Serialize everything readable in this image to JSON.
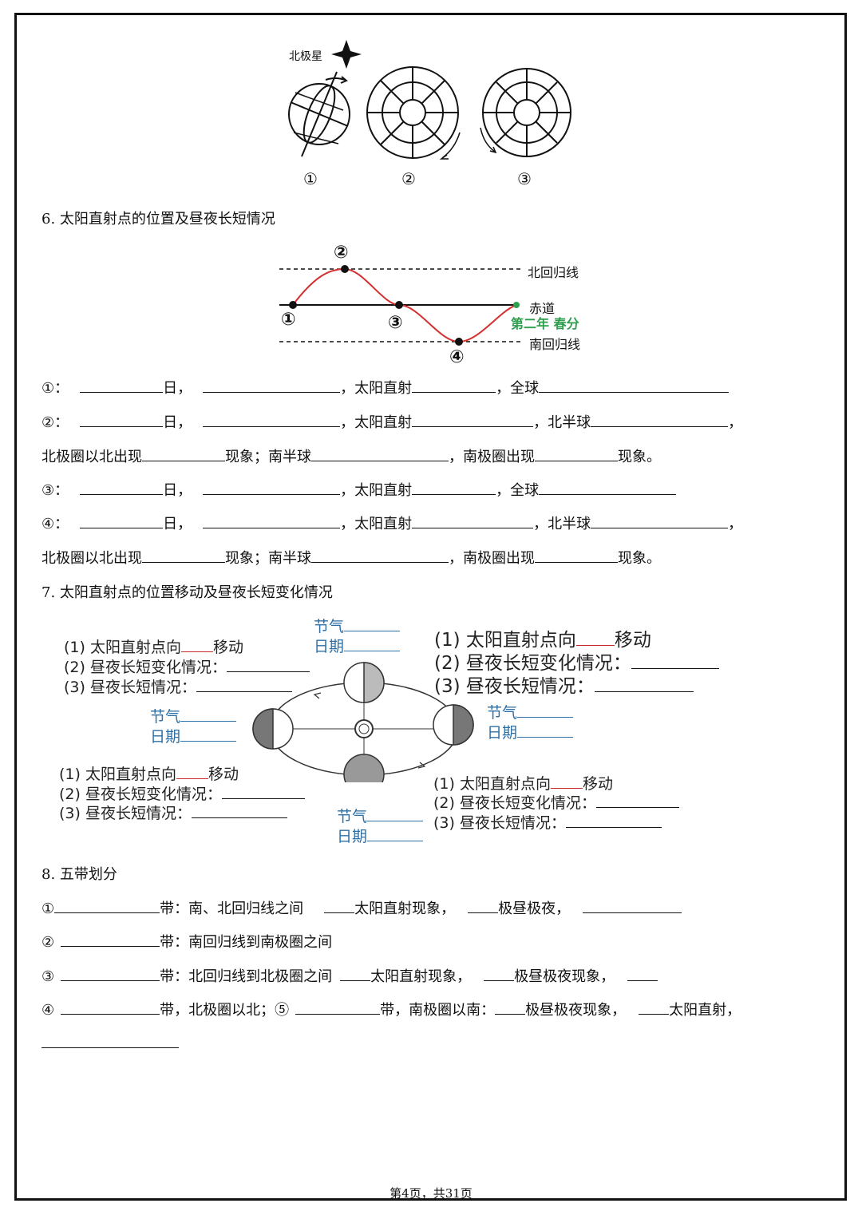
{
  "fig5": {
    "polaris_label": "北极星",
    "labels": [
      "①",
      "②",
      "③"
    ]
  },
  "q6": {
    "heading": "6. 太阳直射点的位置及昼夜长短情况",
    "curve_labels": {
      "tropic_n": "北回归线",
      "equator": "赤道",
      "tropic_s": "南回归线",
      "next_spring": "第二年 春分",
      "points": [
        "①",
        "②",
        "③",
        "④"
      ]
    },
    "lines": [
      {
        "num": "①：",
        "t1": "日，",
        "t2": "，太阳直射",
        "t3": "，全球"
      },
      {
        "num": "②：",
        "t1": "日，",
        "t2": "，太阳直射",
        "t3": "，北半球",
        "t4": "，"
      },
      {
        "a": "北极圈以北出现",
        "b": "现象；南半球",
        "c": "，南极圈出现",
        "d": "现象。"
      },
      {
        "num": "③：",
        "t1": "日，",
        "t2": "，太阳直射",
        "t3": "，全球"
      },
      {
        "num": "④：",
        "t1": "日，",
        "t2": "，太阳直射",
        "t3": "，北半球",
        "t4": "，"
      },
      {
        "a": "北极圈以北出现",
        "b": "现象；南半球",
        "c": "，南极圈出现",
        "d": "现象。"
      }
    ]
  },
  "q7": {
    "heading": "7. 太阳直射点的位置移动及昼夜长短变化情况",
    "item1": "(1) 太阳直射点向",
    "move": "移动",
    "item2": "(2) 昼夜长短变化情况：",
    "item3": "(3) 昼夜长短情况：",
    "solar_term": "节气",
    "date": "日期"
  },
  "q8": {
    "heading": "8. 五带划分",
    "l1": {
      "num": "①",
      "a": "带：南、北回归线之间",
      "b": "太阳直射现象，",
      "c": "极昼极夜，"
    },
    "l2": {
      "num": "②",
      "a": "带：南回归线到南极圈之间"
    },
    "l3": {
      "num": "③",
      "a": "带：北回归线到北极圈之间",
      "b": "太阳直射现象，",
      "c": "极昼极夜现象，"
    },
    "l4": {
      "num": "④",
      "a": "带，北极圈以北；⑤",
      "b": "带，南极圈以南：",
      "c": "极昼极夜现象，",
      "d": "太阳直射，"
    }
  },
  "footer": "第4页，共31页"
}
